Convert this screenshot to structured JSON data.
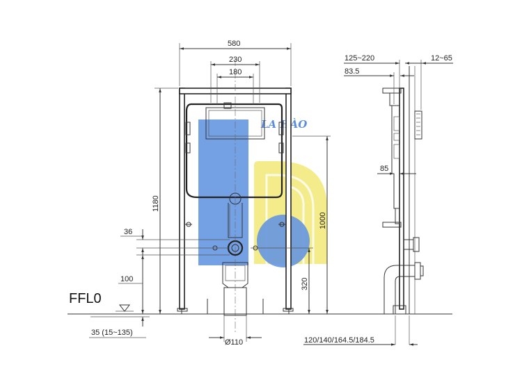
{
  "dimensions": {
    "front_width_total": "580",
    "front_width_mid": "230",
    "front_width_inner": "180",
    "height_total": "1180",
    "height_upper": "1000",
    "height_drain": "320",
    "offset_36": "36",
    "offset_100": "100",
    "floor_range": "35 (15~135)",
    "pipe_diameter": "Ø110",
    "side_depth_top": "125~220",
    "side_offset_right": "12~65",
    "side_offset_inner": "83.5",
    "side_mid": "85",
    "side_bottom_range": "120/140/164.5/184.5"
  },
  "floor_label": "FFL0",
  "watermark": {
    "text": "LA HÀO",
    "blue": "#3a78d8",
    "yellow": "#f2e76a"
  },
  "colors": {
    "line": "#333333",
    "frame": "#222222"
  }
}
